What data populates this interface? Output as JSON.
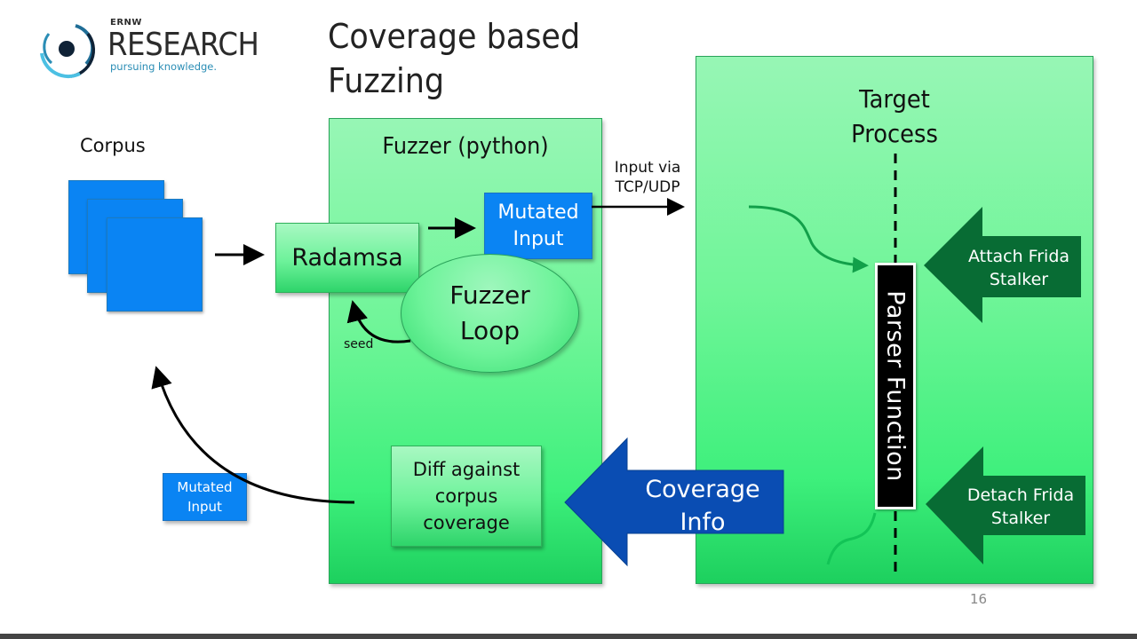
{
  "logo": {
    "company": "ERNW",
    "name": "RESEARCH",
    "tagline": "pursuing knowledge."
  },
  "slide": {
    "title_line1": "Coverage based",
    "title_line2": "Fuzzing",
    "page_number": "16"
  },
  "corpus": {
    "label": "Corpus"
  },
  "fuzzer": {
    "title": "Fuzzer (python)",
    "radamsa": "Radamsa",
    "mutated_input_line1": "Mutated",
    "mutated_input_line2": "Input",
    "loop_line1": "Fuzzer",
    "loop_line2": "Loop",
    "seed_label": "seed",
    "diff_line1": "Diff against",
    "diff_line2": "corpus",
    "diff_line3": "coverage"
  },
  "transport": {
    "line1": "Input via",
    "line2": "TCP/UDP"
  },
  "feedback": {
    "mutated_input_line1": "Mutated",
    "mutated_input_line2": "Input"
  },
  "coverage_arrow": {
    "line1": "Coverage",
    "line2": "Info"
  },
  "target": {
    "title_line1": "Target",
    "title_line2": "Process",
    "parser_function": "Parser Function",
    "attach_line1": "Attach Frida",
    "attach_line2": "Stalker",
    "detach_line1": "Detach Frida",
    "detach_line2": "Stalker"
  },
  "colors": {
    "blue": "#0a84f3",
    "dark_blue_arrow": "#0a4db3",
    "dark_green_arrow": "#086c34",
    "panel_green": "#5af38c",
    "logo_teal": "#2a8db5"
  }
}
